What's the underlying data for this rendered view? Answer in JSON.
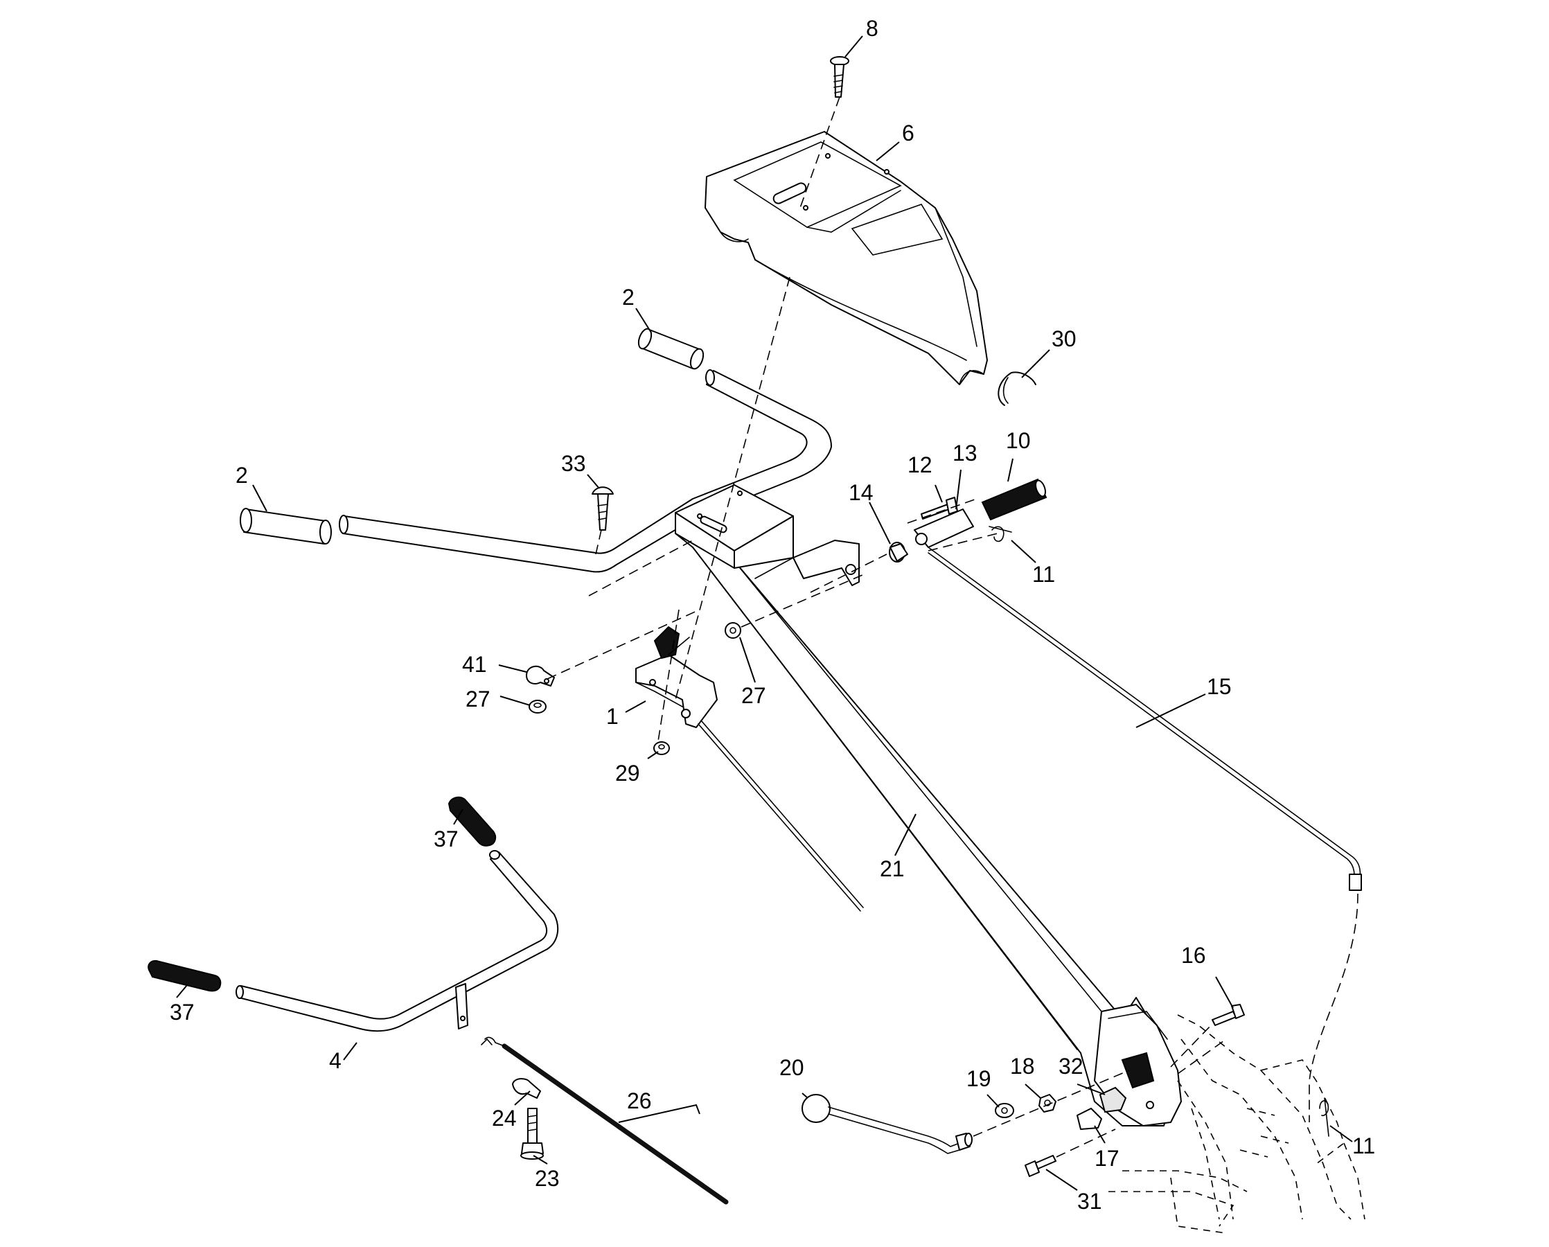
{
  "callouts": [
    {
      "id": "c8",
      "text": "8"
    },
    {
      "id": "c6",
      "text": "6"
    },
    {
      "id": "c2a",
      "text": "2"
    },
    {
      "id": "c30",
      "text": "30"
    },
    {
      "id": "c2b",
      "text": "2"
    },
    {
      "id": "c33",
      "text": "33"
    },
    {
      "id": "c10",
      "text": "10"
    },
    {
      "id": "c12",
      "text": "12"
    },
    {
      "id": "c13",
      "text": "13"
    },
    {
      "id": "c14",
      "text": "14"
    },
    {
      "id": "c11a",
      "text": "11"
    },
    {
      "id": "c41",
      "text": "41"
    },
    {
      "id": "c27a",
      "text": "27"
    },
    {
      "id": "c1",
      "text": "1"
    },
    {
      "id": "c27b",
      "text": "27"
    },
    {
      "id": "c29",
      "text": "29"
    },
    {
      "id": "c15",
      "text": "15"
    },
    {
      "id": "c37a",
      "text": "37"
    },
    {
      "id": "c21",
      "text": "21"
    },
    {
      "id": "c37b",
      "text": "37"
    },
    {
      "id": "c4",
      "text": "4"
    },
    {
      "id": "c16",
      "text": "16"
    },
    {
      "id": "c20",
      "text": "20"
    },
    {
      "id": "c19",
      "text": "19"
    },
    {
      "id": "c18",
      "text": "18"
    },
    {
      "id": "c32",
      "text": "32"
    },
    {
      "id": "c26",
      "text": "26"
    },
    {
      "id": "c24",
      "text": "24"
    },
    {
      "id": "c17",
      "text": "17"
    },
    {
      "id": "c11b",
      "text": "11"
    },
    {
      "id": "c23",
      "text": "23"
    },
    {
      "id": "c31",
      "text": "31"
    }
  ]
}
